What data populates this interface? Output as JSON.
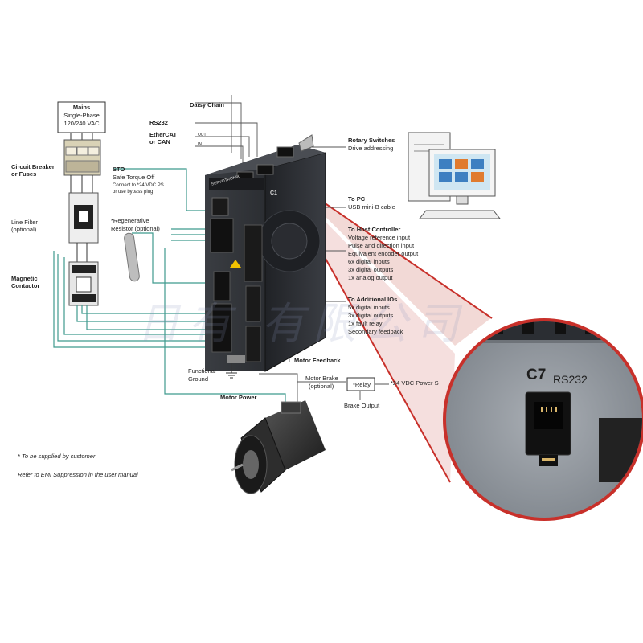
{
  "mains": {
    "title": "Mains",
    "line1": "Single-Phase",
    "line2": "120/240 VAC"
  },
  "circuit_breaker": {
    "line1": "Circuit Breaker",
    "line2": "or Fuses"
  },
  "line_filter": {
    "line1": "Line Filter",
    "line2": "(optional)"
  },
  "magnetic_contactor": {
    "line1": "Magnetic",
    "line2": "Contactor"
  },
  "sto": {
    "title": "STO",
    "line1": "Safe Torque Off",
    "line2": "Connect to *24 VDC PS",
    "line3": "or use bypass plug"
  },
  "regen": {
    "line1": "*Regenerative",
    "line2": "Resistor (optional)"
  },
  "daisy_chain": "Daisy Chain",
  "rs232": "RS232",
  "ethercat": {
    "line1": "EtherCAT",
    "line2": "or CAN"
  },
  "out_label": "OUT",
  "in_label": "IN",
  "rotary": {
    "title": "Rotary Switches",
    "line1": "Drive addressing"
  },
  "to_pc": {
    "title": "To PC",
    "line1": "USB mini-B cable"
  },
  "host": {
    "title": "To Host Controller",
    "items": [
      "Voltage reference input",
      "Pulse and direction input",
      "Equivalent encoder output",
      "6x digital inputs",
      "3x digital outputs",
      "1x analog output"
    ]
  },
  "additional_io": {
    "title": "To Additional IOs",
    "items": [
      "5x digital inputs",
      "3x digital outputs",
      "1x fault relay",
      "Secondary feedback"
    ]
  },
  "motor_feedback": "Motor Feedback",
  "motor_brake": {
    "line1": "Motor Brake",
    "line2": "(optional)"
  },
  "relay": "*Relay",
  "power_supply": "*24 VDC Power S",
  "brake_output": "Brake Output",
  "functional_ground": {
    "line1": "Functional",
    "line2": "Ground"
  },
  "motor_power": "Motor Power",
  "footnote1": "* To be supplied by customer",
  "footnote2": "Refer to EMI Suppression in the user manual",
  "brand": "SERVOTRONIX",
  "zoom": {
    "connector_id": "C7",
    "connector_label": "RS232"
  },
  "drive_port_label": "C1",
  "watermark": "日有   有限公司",
  "colors": {
    "wire_green": "#3f9a8e",
    "zoom_red": "#c8302a",
    "drive_body": "#2b2e33",
    "zoom_panel": "#9aa0a6"
  }
}
